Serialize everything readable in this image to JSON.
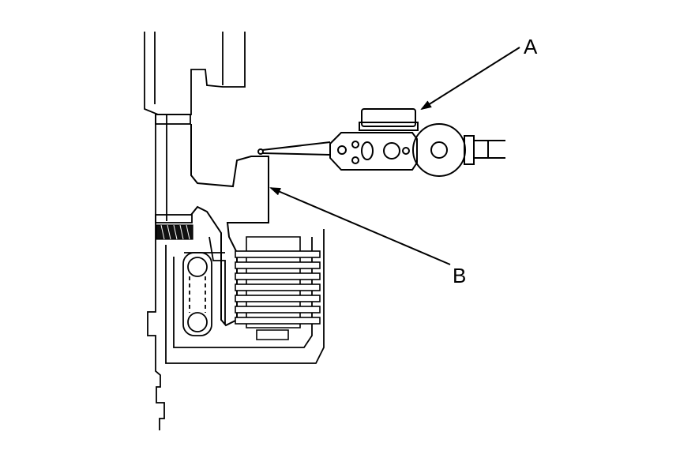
{
  "diagram": {
    "callouts": [
      {
        "id": "A",
        "text": "A"
      },
      {
        "id": "B",
        "text": "B"
      }
    ],
    "colors": {
      "stroke": "#000000",
      "background": "#ffffff"
    }
  }
}
